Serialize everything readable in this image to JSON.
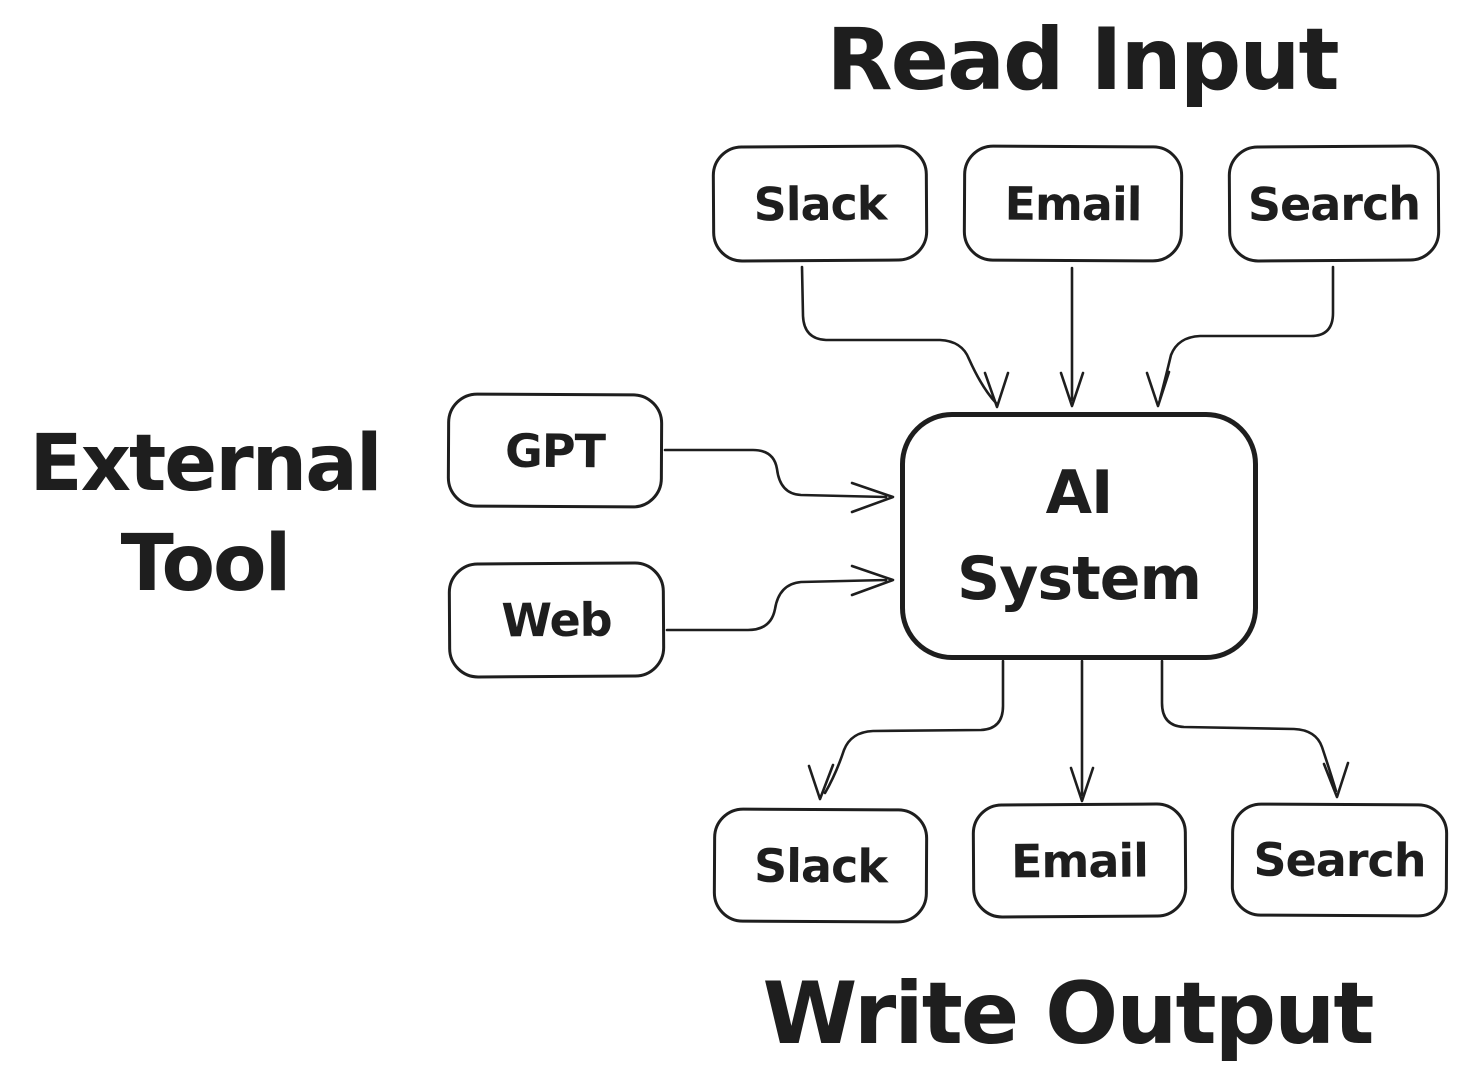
{
  "titles": {
    "read_input": "Read Input",
    "external_tool": [
      "External",
      "Tool"
    ],
    "write_output": "Write Output"
  },
  "nodes": {
    "input_slack": "Slack",
    "input_email": "Email",
    "input_search": "Search",
    "tool_gpt": "GPT",
    "tool_web": "Web",
    "ai_line1": "AI",
    "ai_line2": "System",
    "output_slack": "Slack",
    "output_email": "Email",
    "output_search": "Search"
  },
  "edges": [
    {
      "from": "Slack (read input)",
      "to": "AI System"
    },
    {
      "from": "Email (read input)",
      "to": "AI System"
    },
    {
      "from": "Search (read input)",
      "to": "AI System"
    },
    {
      "from": "GPT (external tool)",
      "to": "AI System"
    },
    {
      "from": "Web (external tool)",
      "to": "AI System"
    },
    {
      "from": "AI System",
      "to": "Slack (write output)"
    },
    {
      "from": "AI System",
      "to": "Email (write output)"
    },
    {
      "from": "AI System",
      "to": "Search (write output)"
    }
  ],
  "colors": {
    "stroke": "#1e1e1e",
    "background": "#ffffff"
  }
}
